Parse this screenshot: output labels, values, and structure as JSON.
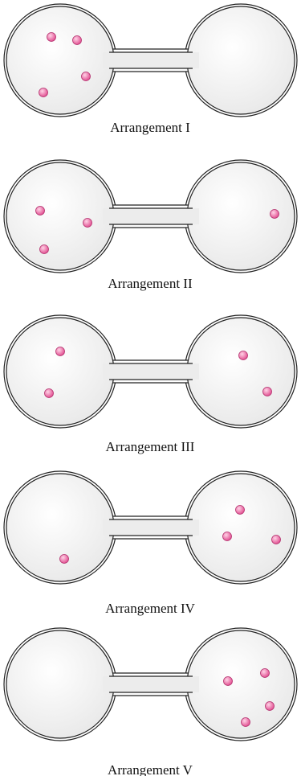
{
  "figure": {
    "colors": {
      "bulb_fill": "#e9e9e9",
      "bulb_highlight": "#ffffff",
      "outline": "#222222",
      "particle": "#e0468c",
      "particle_highlight": "#ffd3e6"
    },
    "arrangements": [
      {
        "label": "Arrangement I",
        "left_count": 4,
        "right_count": 0
      },
      {
        "label": "Arrangement II",
        "left_count": 3,
        "right_count": 1
      },
      {
        "label": "Arrangement III",
        "left_count": 2,
        "right_count": 2
      },
      {
        "label": "Arrangement IV",
        "left_count": 1,
        "right_count": 3
      },
      {
        "label": "Arrangement V",
        "left_count": 0,
        "right_count": 4
      }
    ]
  }
}
